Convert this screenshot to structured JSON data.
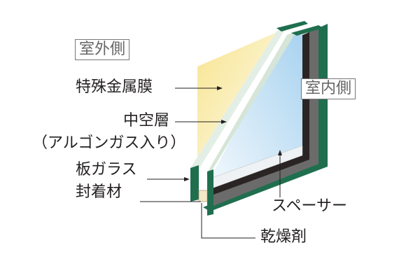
{
  "labels": {
    "outdoor_side": "室外側",
    "indoor_side": "室内側",
    "special_metal_film": "特殊金属膜",
    "hollow_layer": "中空層",
    "argon_note": "（アルゴンガス入り）",
    "plate_glass": "板ガラス",
    "sealant": "封着材",
    "spacer": "スペーサー",
    "desiccant": "乾燥剤"
  },
  "colors": {
    "frame_green": "#1f6f4f",
    "spacer_dark": "#2a2524",
    "glass_blue": "#b9dcf2",
    "film_yellow": "#f6e9a8"
  }
}
